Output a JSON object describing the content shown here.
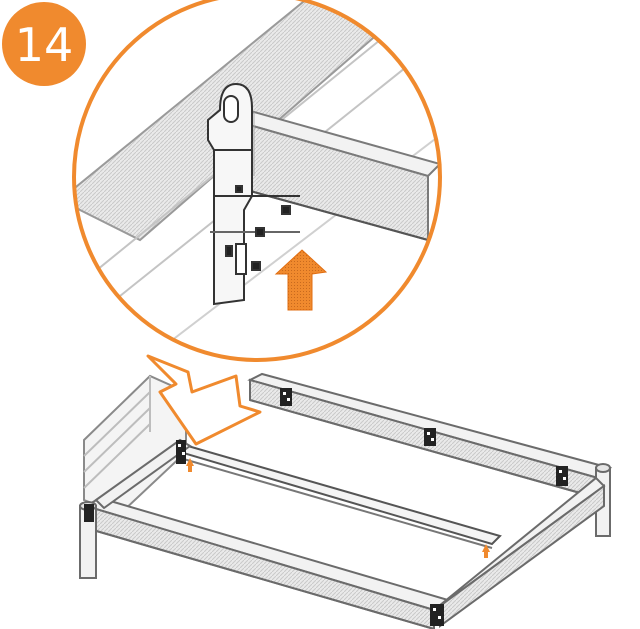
{
  "step": {
    "number": "14"
  },
  "colors": {
    "accent": "#f08a2e",
    "line": "#333333",
    "light_line": "#b8b8b8",
    "wood_fill": "#e4e4e4",
    "background": "#ffffff"
  },
  "icons": {
    "step_badge": "circle-badge",
    "arrow": "up-arrow-icon",
    "magnifier": "detail-callout-circle"
  }
}
